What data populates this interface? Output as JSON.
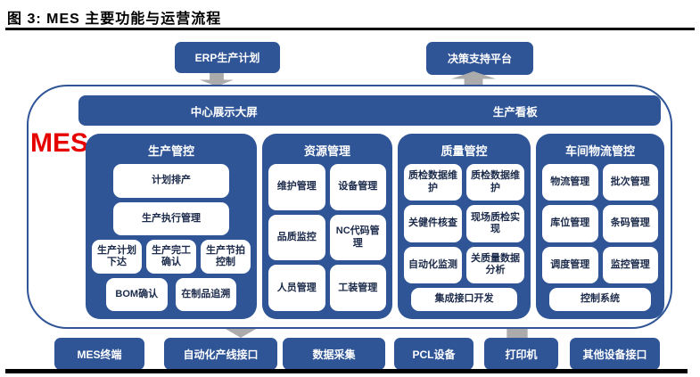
{
  "title": "图 3: MES 主要功能与运营流程",
  "mes_label": "MES",
  "top": {
    "erp": "ERP生产计划",
    "decision": "决策支持平台"
  },
  "display_bar": {
    "left": "中心展示大屏",
    "right": "生产看板"
  },
  "columns": [
    {
      "header": "生产管控",
      "full1": "计划排产",
      "full2": "生产执行管理",
      "triple": [
        "生产计划下达",
        "生产完工确认",
        "生产节拍控制"
      ],
      "double": [
        "BOM确认",
        "在制品追溯"
      ]
    },
    {
      "header": "资源管理",
      "rows": [
        [
          "维护管理",
          "设备管理"
        ],
        [
          "品质监控",
          "NC代码管理"
        ],
        [
          "人员管理",
          "工装管理"
        ]
      ]
    },
    {
      "header": "质量管控",
      "rows": [
        [
          "质检数据维护",
          "质检数据维护"
        ],
        [
          "关健件核查",
          "现场质检实现"
        ],
        [
          "自动化监测",
          "关质量数据分析"
        ]
      ],
      "full": "集成接口开发"
    },
    {
      "header": "车间物流管控",
      "rows": [
        [
          "物流管理",
          "批次管理"
        ],
        [
          "库位管理",
          "条码管理"
        ],
        [
          "调度管理",
          "监控管理"
        ]
      ],
      "full": "控制系统"
    }
  ],
  "bottom_boxes": [
    "MES终端",
    "自动化产线接口",
    "数据采集",
    "PCL设备",
    "打印机",
    "其他设备接口"
  ],
  "icons": {
    "arrow_down": "block-arrow-down",
    "arrow_up": "block-arrow-up"
  },
  "colors": {
    "primary_blue": "#2F5597",
    "mes_red": "#E60000",
    "arrow_gray": "#ABABAB",
    "box_text": "#1B2A4A",
    "rule_black": "#000000"
  }
}
